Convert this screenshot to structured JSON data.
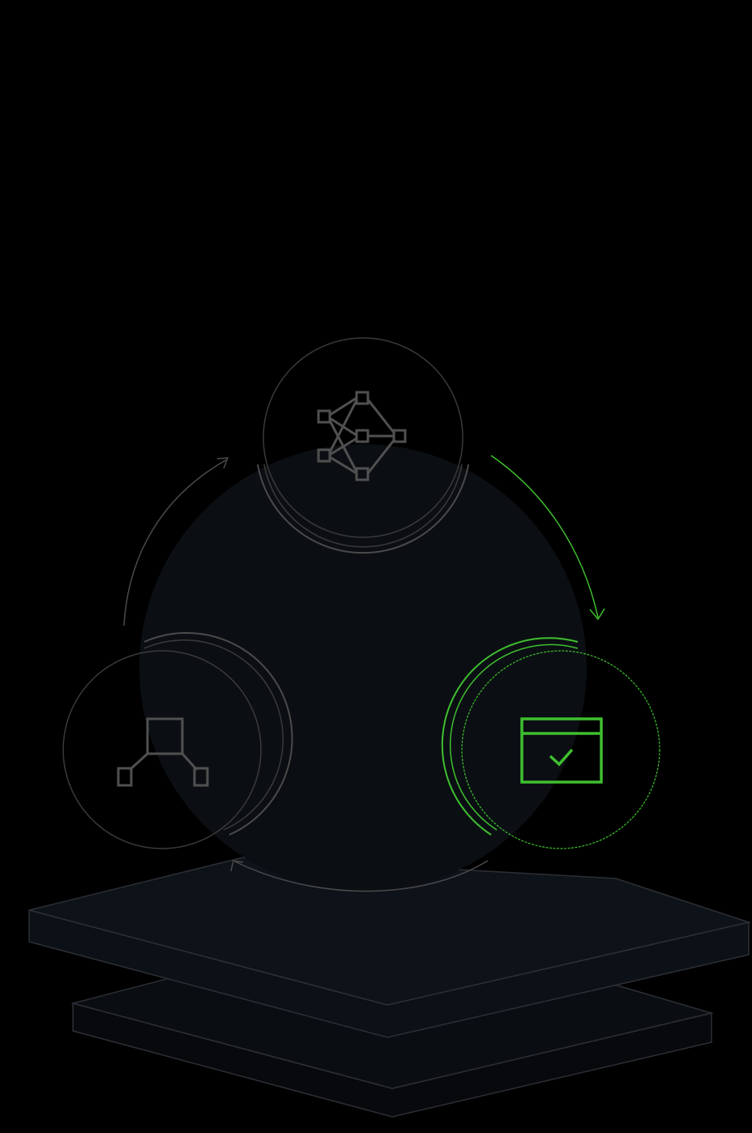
{
  "diagram": {
    "type": "cycle",
    "colors": {
      "background": "#000000",
      "accent": "#3fbf2f",
      "muted": "#4a4a4a",
      "hub_fill": "#0b0f13",
      "platform_fill": "#0d1016",
      "platform_edge": "#2c2f35"
    },
    "nodes": [
      {
        "id": "top",
        "icon": "neural-network-icon",
        "active": false
      },
      {
        "id": "left",
        "icon": "hierarchy-icon",
        "active": false
      },
      {
        "id": "right",
        "icon": "window-check-icon",
        "active": true
      }
    ],
    "arrows": [
      {
        "from": "left",
        "to": "top",
        "active": false
      },
      {
        "from": "top",
        "to": "right",
        "active": true
      },
      {
        "from": "right",
        "to": "left",
        "active": false
      }
    ],
    "platform_layers": 2
  }
}
